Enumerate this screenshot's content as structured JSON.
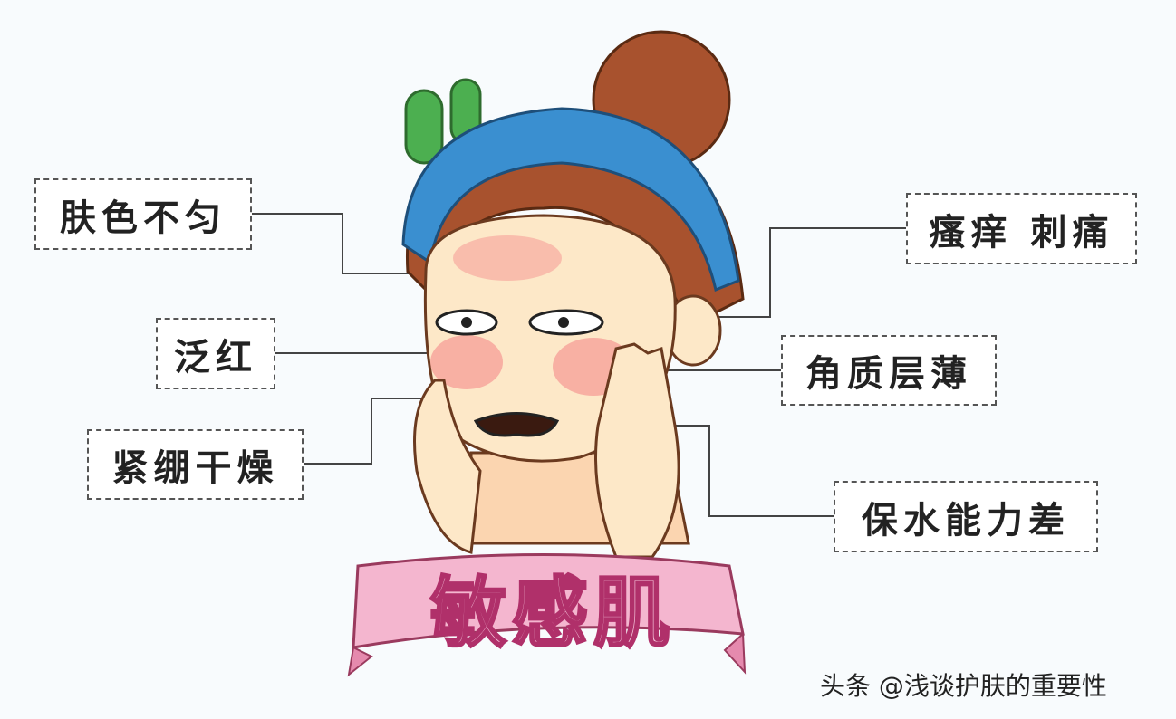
{
  "title": "敏感肌",
  "labels": {
    "uneven_tone": "肤色不匀",
    "redness": "泛红",
    "tight_dry": "紧绷干燥",
    "itch_sting": "瘙痒 刺痛",
    "thin_stratum": "角质层薄",
    "poor_hydration": "保水能力差"
  },
  "watermark": "头条 @浅谈护肤的重要性",
  "colors": {
    "headband": "#3a8fd0",
    "hair": "#a8522e",
    "skin": "#fde8c8",
    "blush": "#f58a8a",
    "banner": "#f4b6cf"
  }
}
